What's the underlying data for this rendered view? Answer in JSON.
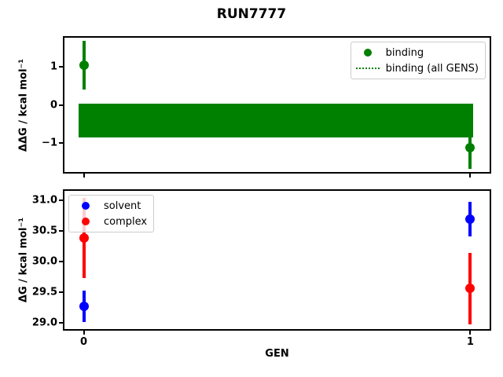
{
  "figure": {
    "title": "RUN7777",
    "background": "#ffffff"
  },
  "chart_data": [
    {
      "type": "scatter",
      "subtype": "errorbar",
      "title": "",
      "xlabel": "",
      "ylabel": "ΔΔG / kcal mol⁻¹",
      "xlim": [
        -0.05,
        1.05
      ],
      "ylim": [
        -1.78,
        1.78
      ],
      "grid": false,
      "yticks": [
        {
          "value": 1,
          "label": "1"
        },
        {
          "value": 0,
          "label": "0"
        },
        {
          "value": -1,
          "label": "−1"
        }
      ],
      "xticks": [
        {
          "value": 0,
          "label": ""
        },
        {
          "value": 1,
          "label": ""
        }
      ],
      "series": [
        {
          "name": "binding",
          "color": "#008000",
          "marker": "circle",
          "points": [
            {
              "x": 0,
              "y": 1.05,
              "yerr": 0.65
            },
            {
              "x": 1,
              "y": -1.14,
              "yerr": 0.56
            }
          ]
        }
      ],
      "band": {
        "name": "binding (all GENS)",
        "color": "#008000",
        "line_style": "dotted",
        "value": -0.42,
        "yerr": 0.45,
        "x_start": -0.013,
        "x_end": 1.007
      },
      "legend": {
        "position": "upper-right",
        "items": [
          {
            "label": "binding",
            "marker": "dot",
            "color": "#008000"
          },
          {
            "label": "binding (all GENS)",
            "marker": "dotted-line",
            "color": "#008000"
          }
        ]
      }
    },
    {
      "type": "scatter",
      "subtype": "errorbar",
      "title": "",
      "xlabel": "GEN",
      "ylabel": "ΔG / kcal mol⁻¹",
      "xlim": [
        -0.05,
        1.05
      ],
      "ylim": [
        28.9,
        31.15
      ],
      "grid": false,
      "yticks": [
        {
          "value": 31.0,
          "label": "31.0"
        },
        {
          "value": 30.5,
          "label": "30.5"
        },
        {
          "value": 30.0,
          "label": "30.0"
        },
        {
          "value": 29.5,
          "label": "29.5"
        },
        {
          "value": 29.0,
          "label": "29.0"
        }
      ],
      "xticks": [
        {
          "value": 0,
          "label": "0"
        },
        {
          "value": 1,
          "label": "1"
        }
      ],
      "series": [
        {
          "name": "solvent",
          "color": "#0000ff",
          "marker": "circle",
          "points": [
            {
              "x": 0,
              "y": 29.27,
              "yerr": 0.26
            },
            {
              "x": 1,
              "y": 30.69,
              "yerr": 0.28
            }
          ]
        },
        {
          "name": "complex",
          "color": "#ff0000",
          "marker": "circle",
          "points": [
            {
              "x": 0,
              "y": 30.38,
              "yerr": 0.65
            },
            {
              "x": 1,
              "y": 29.56,
              "yerr": 0.58
            }
          ]
        }
      ],
      "legend": {
        "position": "upper-left",
        "items": [
          {
            "label": "solvent",
            "marker": "dot",
            "color": "#0000ff"
          },
          {
            "label": "complex",
            "marker": "dot",
            "color": "#ff0000"
          }
        ]
      }
    }
  ]
}
